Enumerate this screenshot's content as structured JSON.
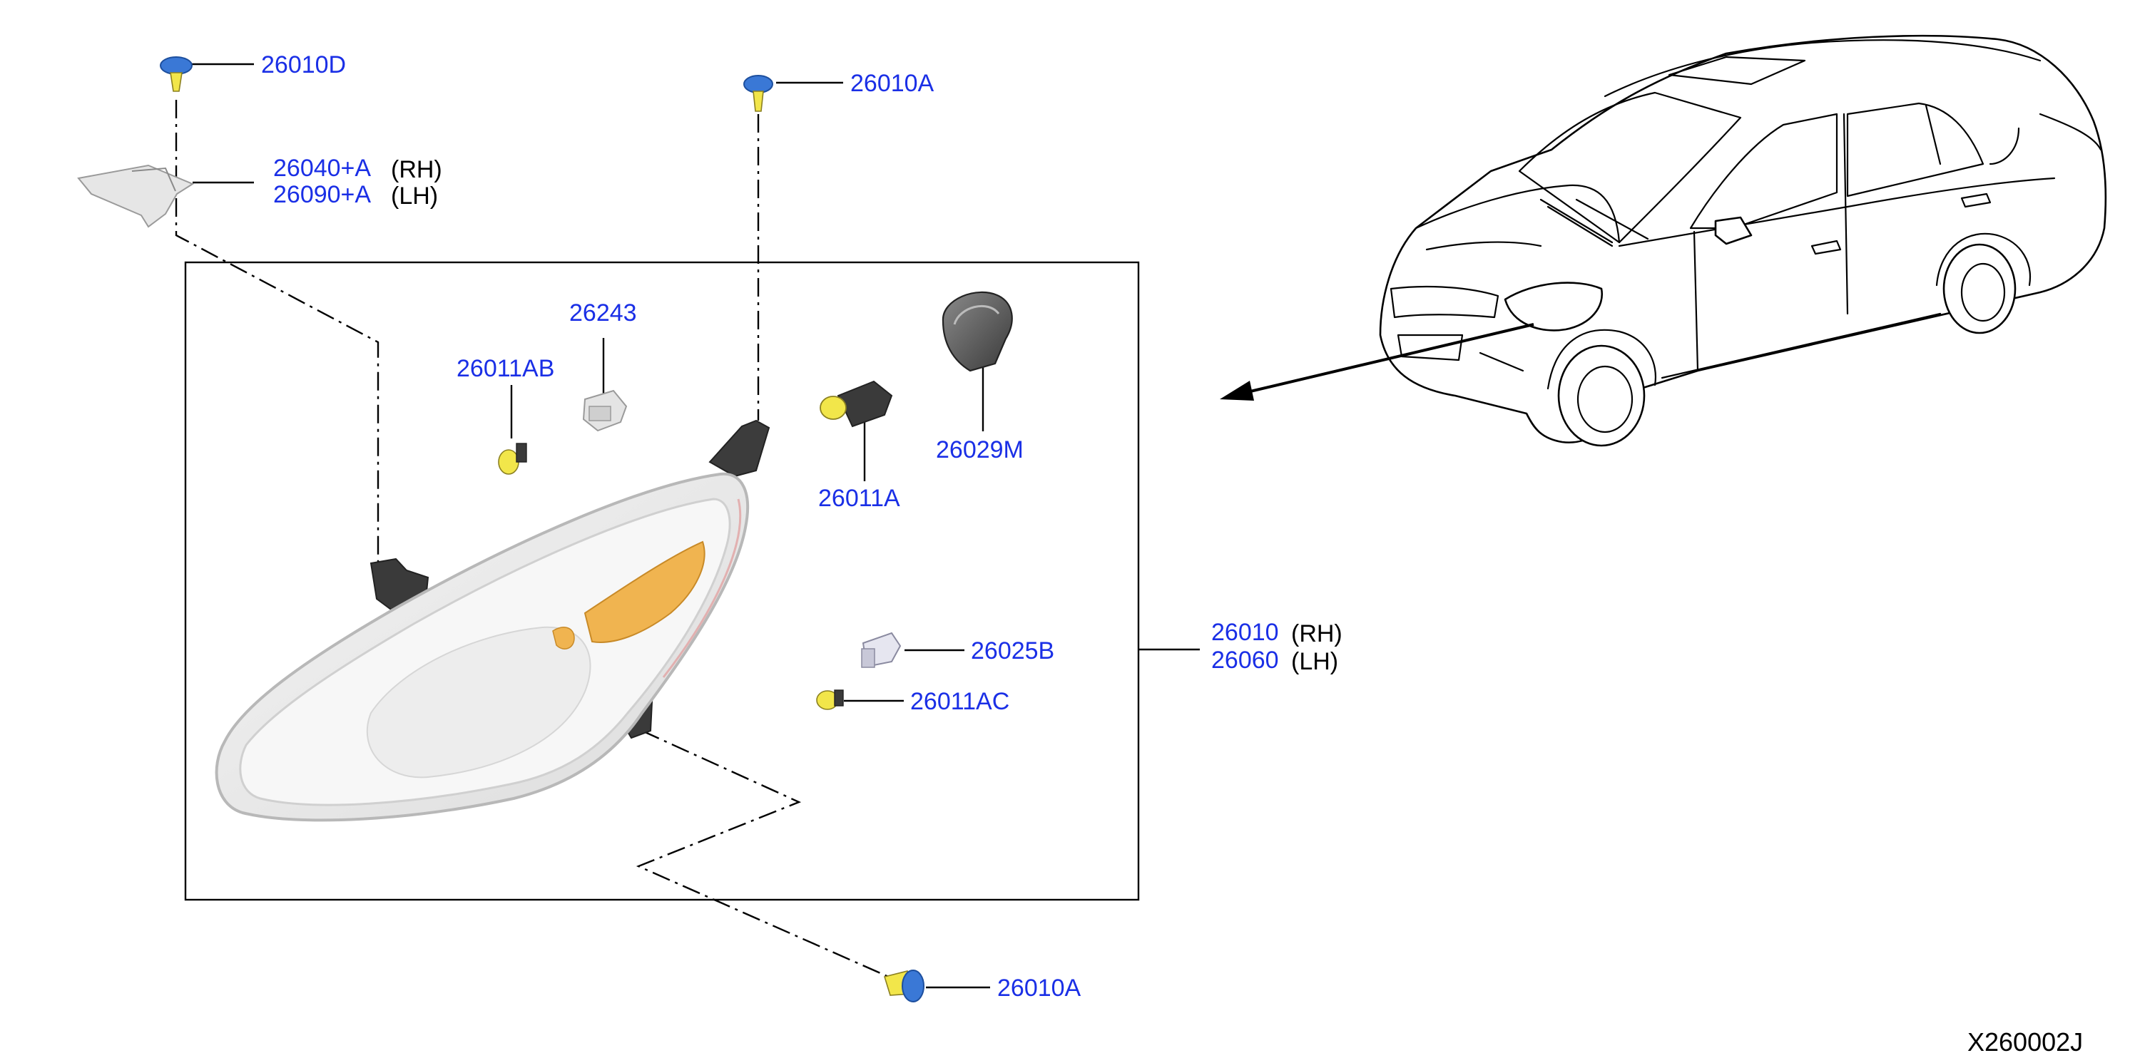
{
  "callouts": {
    "clip_top_left": "26010D",
    "clip_top_mid": "26010A",
    "bracket_rh": "26040+A",
    "bracket_rh_side": "(RH)",
    "bracket_lh": "26090+A",
    "bracket_lh_side": "(LH)",
    "socket": "26243",
    "bulb_ab": "26011AB",
    "bulb_a": "26011A",
    "cap": "26029M",
    "bulb_b": "26025B",
    "bulb_ac": "26011AC",
    "lamp_rh": "26010",
    "lamp_rh_side": "(RH)",
    "lamp_lh": "26060",
    "lamp_lh_side": "(LH)",
    "clip_bottom": "26010A"
  },
  "diagram_code": "X260002J",
  "colors": {
    "part_number": "#1a2fe6",
    "clip_blue": "#3a78d6",
    "bulb_yellow": "#f2e64a",
    "lamp_amber": "#f0b450"
  }
}
